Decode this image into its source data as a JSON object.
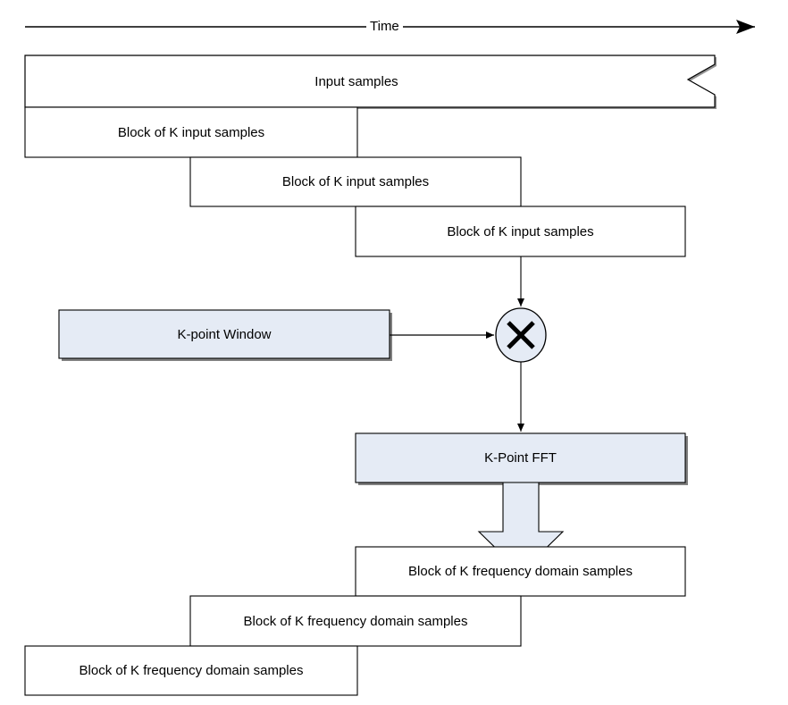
{
  "diagram": {
    "title_axis": "Time",
    "colors": {
      "box_fill_white": "#ffffff",
      "box_fill_blue": "#e5ebf5",
      "stroke": "#000000",
      "shadow": "#808080",
      "background": "#ffffff"
    },
    "axis": {
      "label": "Time",
      "arrow_direction": "right"
    },
    "input_stream": {
      "label": "Input samples",
      "edge_style": "torn-zigzag-right"
    },
    "input_blocks": [
      {
        "label": "Block of K input samples"
      },
      {
        "label": "Block of K input samples"
      },
      {
        "label": "Block of K input samples"
      }
    ],
    "window": {
      "label": "K-point Window"
    },
    "multiplier": {
      "symbol": "✕",
      "name": "multiply"
    },
    "fft": {
      "label": "K-Point FFT"
    },
    "output_blocks": [
      {
        "label": "Block of K frequency domain samples"
      },
      {
        "label": "Block of K frequency domain samples"
      },
      {
        "label": "Block of K frequency domain samples"
      }
    ]
  }
}
